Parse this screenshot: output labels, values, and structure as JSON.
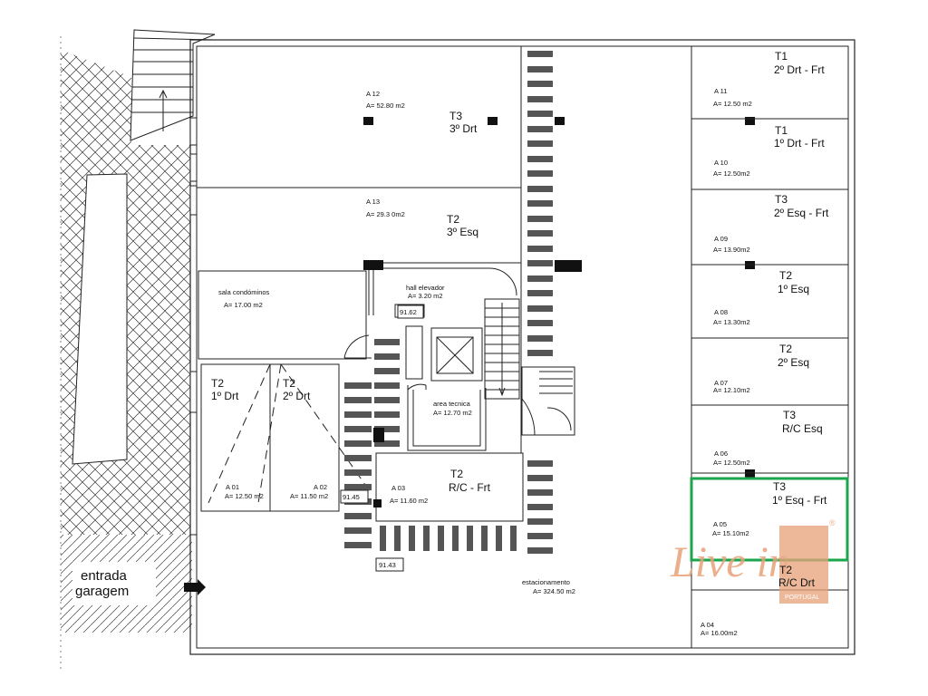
{
  "ground": {
    "entrance_line1": "entrada",
    "entrance_line2": "garagem"
  },
  "units": {
    "a12": {
      "area_id": "A 12",
      "area": "A= 52.80 m2",
      "type": "T3",
      "floor": "3º Drt"
    },
    "a13": {
      "area_id": "A 13",
      "area": "A= 29.3 0m2",
      "type": "T2",
      "floor": "3º Esq"
    },
    "sala": {
      "name": "sala condóminos",
      "area": "A= 17.00 m2"
    },
    "hall": {
      "name": "hall elevador",
      "area": "A= 3.20 m2"
    },
    "tecnica": {
      "name": "area tecnica",
      "area": "A= 12.70 m2"
    },
    "a01": {
      "area_id": "A 01",
      "area": "A= 12.50 m2",
      "type": "T2",
      "floor": "1º Drt"
    },
    "a02": {
      "area_id": "A 02",
      "area": "A= 11.50 m2",
      "type": "T2",
      "floor": "2º Drt"
    },
    "a03": {
      "area_id": "A 03",
      "area": "A= 11.60 m2",
      "type": "T2",
      "floor": "R/C - Frt"
    },
    "a11": {
      "area_id": "A 11",
      "area": "A= 12.50 m2",
      "type": "T1",
      "floor": "2º Drt - Frt"
    },
    "a10": {
      "area_id": "A 10",
      "area": "A= 12.50m2",
      "type": "T1",
      "floor": "1º Drt - Frt"
    },
    "a09": {
      "area_id": "A 09",
      "area": "A= 13.90m2",
      "type": "T3",
      "floor": "2º Esq - Frt"
    },
    "a08": {
      "area_id": "A 08",
      "area": "A= 13.30m2",
      "type": "T2",
      "floor": "1º Esq"
    },
    "a07": {
      "area_id": "A 07",
      "area": "A= 12.10m2",
      "type": "T2",
      "floor": "2º Esq"
    },
    "a06": {
      "area_id": "A 06",
      "area": "A= 12.50m2",
      "type": "T3",
      "floor": "R/C Esq"
    },
    "a05": {
      "area_id": "A 05",
      "area": "A= 15.10m2",
      "type": "T3",
      "floor": "1º Esq - Frt"
    },
    "a04": {
      "area_id": "A 04",
      "area": "A= 16.00m2",
      "type": "T2",
      "floor": "R/C Drt"
    }
  },
  "parking": {
    "name": "estacionamento",
    "area": "A= 324.50 m2"
  },
  "levels": {
    "l1": "91.62",
    "l2": "91.45",
    "l3": "91.43"
  },
  "logo": {
    "text": "Live in",
    "sub": "PORTUGAL",
    "mark": "®",
    "color": "#e8a27a"
  },
  "highlight": {
    "color": "#1aa64a",
    "unit": "a05"
  }
}
